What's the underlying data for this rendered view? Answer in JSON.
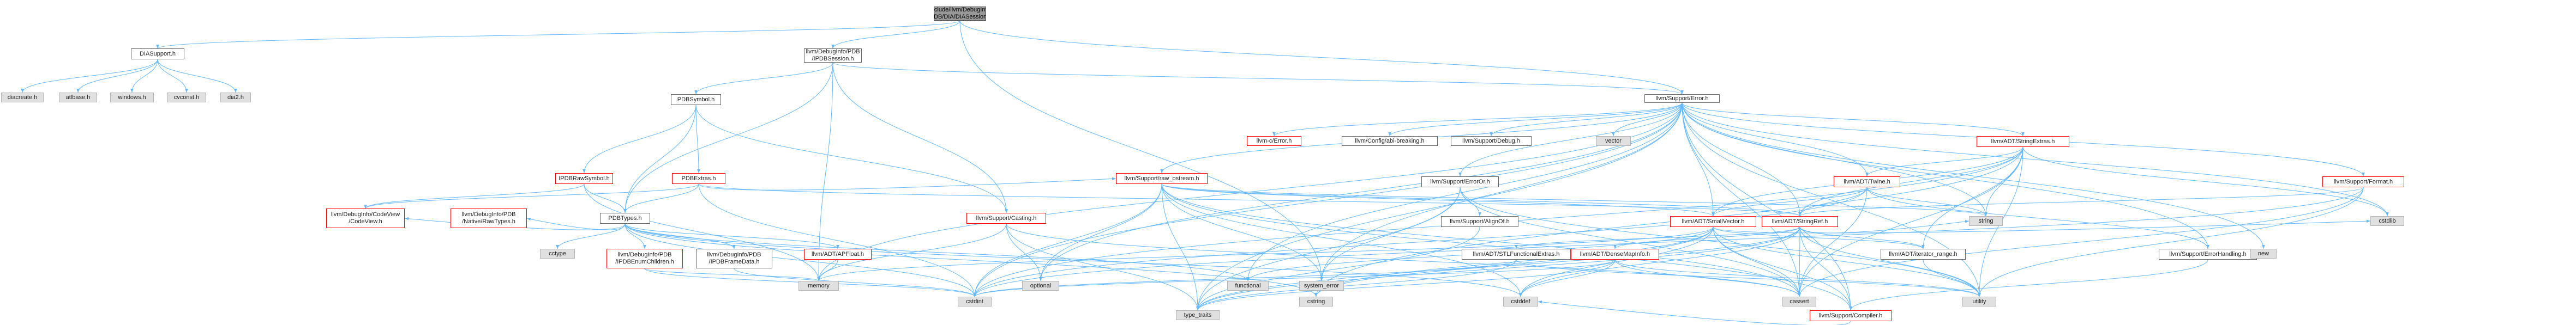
{
  "colors": {
    "edge": "#63b8ff",
    "edge_dark": "#1f6fbf",
    "node_border": "#666666",
    "truncated_border": "#ff0000",
    "system_fill": "#e0e0e0",
    "root_fill": "#999999"
  },
  "nodes": [
    {
      "id": "root",
      "label": "include/llvm/DebugInfo\n/PDB/DIA/DIASession.h",
      "kind": "root"
    },
    {
      "id": "diasupport",
      "label": "DIASupport.h",
      "kind": "normal"
    },
    {
      "id": "pdbsession",
      "label": "llvm/DebugInfo/PDB\n/IPDBSession.h",
      "kind": "normal"
    },
    {
      "id": "error",
      "label": "llvm/Support/Error.h",
      "kind": "normal"
    },
    {
      "id": "diacreate",
      "label": "diacreate.h",
      "kind": "system"
    },
    {
      "id": "atlbase",
      "label": "atlbase.h",
      "kind": "system"
    },
    {
      "id": "windows",
      "label": "windows.h",
      "kind": "system"
    },
    {
      "id": "cvconst",
      "label": "cvconst.h",
      "kind": "system"
    },
    {
      "id": "dia2",
      "label": "dia2.h",
      "kind": "system"
    },
    {
      "id": "pdbsymbol",
      "label": "PDBSymbol.h",
      "kind": "normal"
    },
    {
      "id": "ipdbrawsymbol",
      "label": "IPDBRawSymbol.h",
      "kind": "truncated"
    },
    {
      "id": "pdbextras",
      "label": "PDBExtras.h",
      "kind": "truncated"
    },
    {
      "id": "pdbtypes",
      "label": "PDBTypes.h",
      "kind": "normal"
    },
    {
      "id": "casting",
      "label": "llvm/Support/Casting.h",
      "kind": "truncated"
    },
    {
      "id": "rawostream",
      "label": "llvm/Support/raw_ostream.h",
      "kind": "truncated"
    },
    {
      "id": "cerror",
      "label": "llvm-c/Error.h",
      "kind": "truncated"
    },
    {
      "id": "abibreaking",
      "label": "llvm/Config/abi-breaking.h",
      "kind": "normal"
    },
    {
      "id": "debug",
      "label": "llvm/Support/Debug.h",
      "kind": "normal"
    },
    {
      "id": "vector",
      "label": "vector",
      "kind": "system"
    },
    {
      "id": "errorortbox",
      "label": "llvm/Support/ErrorOr.h",
      "kind": "normal"
    },
    {
      "id": "stringextras",
      "label": "llvm/ADT/StringExtras.h",
      "kind": "truncated"
    },
    {
      "id": "format",
      "label": "llvm/Support/Format.h",
      "kind": "truncated"
    },
    {
      "id": "twine",
      "label": "llvm/ADT/Twine.h",
      "kind": "truncated"
    },
    {
      "id": "codeview",
      "label": "llvm/DebugInfo/CodeView\n/CodeView.h",
      "kind": "truncated"
    },
    {
      "id": "nativerawtypes",
      "label": "llvm/DebugInfo/PDB\n/Native/RawTypes.h",
      "kind": "truncated"
    },
    {
      "id": "ipdbenum",
      "label": "llvm/DebugInfo/PDB\n/IPDBEnumChildren.h",
      "kind": "truncated"
    },
    {
      "id": "ipdbframe",
      "label": "llvm/DebugInfo/PDB\n/IPDBFrameData.h",
      "kind": "normal"
    },
    {
      "id": "apfloat",
      "label": "llvm/ADT/APFloat.h",
      "kind": "truncated"
    },
    {
      "id": "cctype",
      "label": "cctype",
      "kind": "system"
    },
    {
      "id": "optional",
      "label": "optional",
      "kind": "system"
    },
    {
      "id": "systemerror",
      "label": "system_error",
      "kind": "system"
    },
    {
      "id": "aligntof",
      "label": "llvm/Support/AlignOf.h",
      "kind": "normal"
    },
    {
      "id": "smallvector",
      "label": "llvm/ADT/SmallVector.h",
      "kind": "truncated"
    },
    {
      "id": "stringref",
      "label": "llvm/ADT/StringRef.h",
      "kind": "truncated"
    },
    {
      "id": "cstdlib",
      "label": "cstdlib",
      "kind": "system"
    },
    {
      "id": "memory",
      "label": "memory",
      "kind": "system"
    },
    {
      "id": "functional",
      "label": "functional",
      "kind": "system"
    },
    {
      "id": "cstring",
      "label": "cstring",
      "kind": "system"
    },
    {
      "id": "stlfunctional",
      "label": "llvm/ADT/STLFunctionalExtras.h",
      "kind": "normal"
    },
    {
      "id": "densemapinfo",
      "label": "llvm/ADT/DenseMapInfo.h",
      "kind": "truncated"
    },
    {
      "id": "iteratorrange",
      "label": "llvm/ADT/iterator_range.h",
      "kind": "normal"
    },
    {
      "id": "string",
      "label": "string",
      "kind": "system"
    },
    {
      "id": "errorhandling",
      "label": "llvm/Support/ErrorHandling.h",
      "kind": "normal"
    },
    {
      "id": "new",
      "label": "new",
      "kind": "system"
    },
    {
      "id": "cstdint",
      "label": "cstdint",
      "kind": "system"
    },
    {
      "id": "typetraits",
      "label": "type_traits",
      "kind": "system"
    },
    {
      "id": "cstddef",
      "label": "cstddef",
      "kind": "system"
    },
    {
      "id": "cassert",
      "label": "cassert",
      "kind": "system"
    },
    {
      "id": "compiler",
      "label": "llvm/Support/Compiler.h",
      "kind": "truncated"
    },
    {
      "id": "utility",
      "label": "utility",
      "kind": "system"
    }
  ],
  "edges": [
    [
      "root",
      "diasupport"
    ],
    [
      "root",
      "pdbsession"
    ],
    [
      "root",
      "error"
    ],
    [
      "root",
      "systemerror"
    ],
    [
      "diasupport",
      "diacreate"
    ],
    [
      "diasupport",
      "atlbase"
    ],
    [
      "diasupport",
      "windows"
    ],
    [
      "diasupport",
      "cvconst"
    ],
    [
      "diasupport",
      "dia2"
    ],
    [
      "pdbsession",
      "pdbsymbol"
    ],
    [
      "pdbsession",
      "pdbtypes"
    ],
    [
      "pdbsession",
      "casting"
    ],
    [
      "pdbsession",
      "memory"
    ],
    [
      "pdbsession",
      "error"
    ],
    [
      "pdbsymbol",
      "ipdbrawsymbol"
    ],
    [
      "pdbsymbol",
      "pdbextras"
    ],
    [
      "pdbsymbol",
      "pdbtypes"
    ],
    [
      "pdbsymbol",
      "casting"
    ],
    [
      "ipdbrawsymbol",
      "pdbtypes"
    ],
    [
      "ipdbrawsymbol",
      "codeview"
    ],
    [
      "ipdbrawsymbol",
      "memory"
    ],
    [
      "pdbextras",
      "pdbtypes"
    ],
    [
      "pdbextras",
      "codeview"
    ],
    [
      "pdbextras",
      "rawostream"
    ],
    [
      "pdbextras",
      "stringref"
    ],
    [
      "pdbextras",
      "cstdint"
    ],
    [
      "pdbtypes",
      "codeview"
    ],
    [
      "pdbtypes",
      "nativerawtypes"
    ],
    [
      "pdbtypes",
      "ipdbenum"
    ],
    [
      "pdbtypes",
      "ipdbframe"
    ],
    [
      "pdbtypes",
      "apfloat"
    ],
    [
      "pdbtypes",
      "cctype"
    ],
    [
      "pdbtypes",
      "cstddef"
    ],
    [
      "pdbtypes",
      "cstdint"
    ],
    [
      "pdbtypes",
      "cstring"
    ],
    [
      "pdbtypes",
      "functional"
    ],
    [
      "ipdbenum",
      "memory"
    ],
    [
      "ipdbenum",
      "cstdint"
    ],
    [
      "ipdbframe",
      "cstdint"
    ],
    [
      "apfloat",
      "memory"
    ],
    [
      "casting",
      "optional"
    ],
    [
      "casting",
      "memory"
    ],
    [
      "casting",
      "typetraits"
    ],
    [
      "casting",
      "cassert"
    ],
    [
      "rawostream",
      "stringref"
    ],
    [
      "rawostream",
      "systemerror"
    ],
    [
      "rawostream",
      "optional"
    ],
    [
      "rawostream",
      "cstdint"
    ],
    [
      "rawostream",
      "cstddef"
    ],
    [
      "rawostream",
      "string"
    ],
    [
      "rawostream",
      "typetraits"
    ],
    [
      "rawostream",
      "cassert"
    ],
    [
      "rawostream",
      "smallvector"
    ],
    [
      "rawostream",
      "compiler"
    ],
    [
      "error",
      "cerror"
    ],
    [
      "error",
      "abibreaking"
    ],
    [
      "error",
      "debug"
    ],
    [
      "error",
      "errorortbox"
    ],
    [
      "error",
      "stringextras"
    ],
    [
      "error",
      "format"
    ],
    [
      "error",
      "twine"
    ],
    [
      "error",
      "rawostream"
    ],
    [
      "error",
      "smallvector"
    ],
    [
      "error",
      "stringref"
    ],
    [
      "error",
      "vector"
    ],
    [
      "error",
      "errorhandling"
    ],
    [
      "error",
      "compiler"
    ],
    [
      "error",
      "cstdint"
    ],
    [
      "error",
      "cstdlib"
    ],
    [
      "error",
      "functional"
    ],
    [
      "error",
      "memory"
    ],
    [
      "error",
      "new"
    ],
    [
      "error",
      "optional"
    ],
    [
      "error",
      "string"
    ],
    [
      "error",
      "systemerror"
    ],
    [
      "error",
      "typetraits"
    ],
    [
      "error",
      "utility"
    ],
    [
      "error",
      "cassert"
    ],
    [
      "errorortbox",
      "aligntof"
    ],
    [
      "errorortbox",
      "systemerror"
    ],
    [
      "errorortbox",
      "typetraits"
    ],
    [
      "errorortbox",
      "cassert"
    ],
    [
      "errorortbox",
      "utility"
    ],
    [
      "aligntof",
      "typetraits"
    ],
    [
      "stringextras",
      "stringref"
    ],
    [
      "stringextras",
      "twine"
    ],
    [
      "stringextras",
      "smallvector"
    ],
    [
      "stringextras",
      "string"
    ],
    [
      "stringextras",
      "cstdint"
    ],
    [
      "stringextras",
      "cstdlib"
    ],
    [
      "stringextras",
      "cstring"
    ],
    [
      "stringextras",
      "utility"
    ],
    [
      "stringextras",
      "cassert"
    ],
    [
      "stringextras",
      "iteratorrange"
    ],
    [
      "format",
      "stringref"
    ],
    [
      "format",
      "cassert"
    ],
    [
      "format",
      "utility"
    ],
    [
      "format",
      "cstdint"
    ],
    [
      "twine",
      "smallvector"
    ],
    [
      "twine",
      "stringref"
    ],
    [
      "twine",
      "errorhandling"
    ],
    [
      "twine",
      "cassert"
    ],
    [
      "twine",
      "cstdint"
    ],
    [
      "twine",
      "string"
    ],
    [
      "smallvector",
      "compiler"
    ],
    [
      "smallvector",
      "typetraits"
    ],
    [
      "smallvector",
      "cstddef"
    ],
    [
      "smallvector",
      "cstdlib"
    ],
    [
      "smallvector",
      "cstring"
    ],
    [
      "smallvector",
      "functional"
    ],
    [
      "smallvector",
      "memory"
    ],
    [
      "smallvector",
      "utility"
    ],
    [
      "smallvector",
      "cassert"
    ],
    [
      "smallvector",
      "iteratorrange"
    ],
    [
      "stringref",
      "densemapinfo"
    ],
    [
      "stringref",
      "stlfunctional"
    ],
    [
      "stringref",
      "iteratorrange"
    ],
    [
      "stringref",
      "compiler"
    ],
    [
      "stringref",
      "string"
    ],
    [
      "stringref",
      "cstring"
    ],
    [
      "stringref",
      "cstddef"
    ],
    [
      "stringref",
      "utility"
    ],
    [
      "stringref",
      "cassert"
    ],
    [
      "stringref",
      "typetraits"
    ],
    [
      "densemapinfo",
      "cassert"
    ],
    [
      "densemapinfo",
      "cstddef"
    ],
    [
      "densemapinfo",
      "cstdint"
    ],
    [
      "densemapinfo",
      "typetraits"
    ],
    [
      "densemapinfo",
      "utility"
    ],
    [
      "stlfunctional",
      "typetraits"
    ],
    [
      "stlfunctional",
      "utility"
    ],
    [
      "stlfunctional",
      "cstdint"
    ],
    [
      "iteratorrange",
      "utility"
    ],
    [
      "errorhandling",
      "compiler"
    ],
    [
      "compiler",
      "cstddef"
    ]
  ]
}
